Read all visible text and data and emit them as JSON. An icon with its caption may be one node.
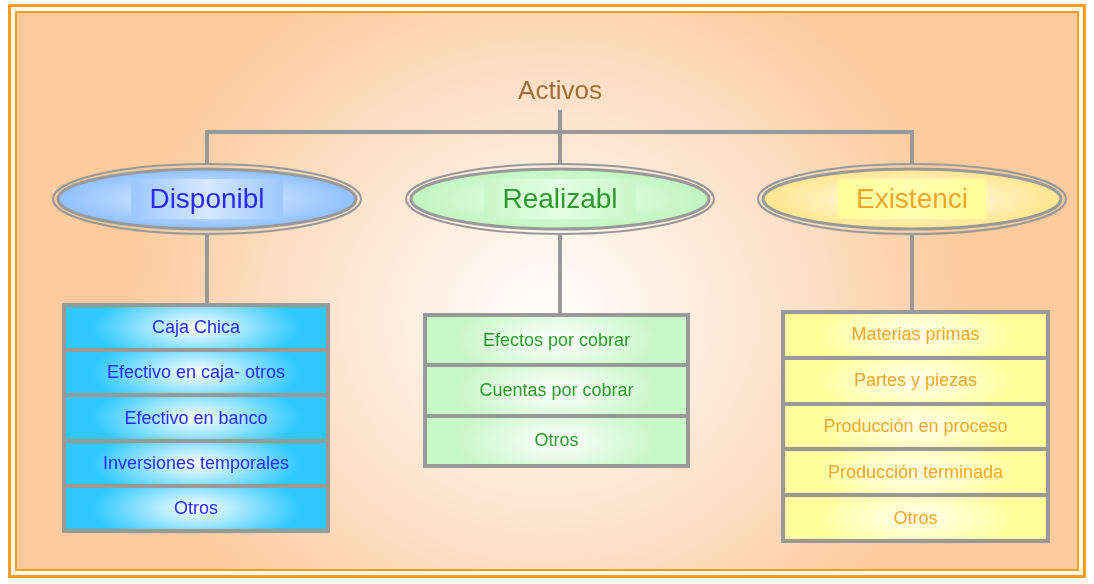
{
  "diagram": {
    "nodes": [
      {
        "text": [
          "Activos"
        ]
      },
      {
        "text": [
          "Disponibl"
        ]
      },
      {
        "text": [
          "Realizabl"
        ]
      },
      {
        "text": [
          "Existenci"
        ]
      },
      {
        "text": [],
        "shape": "box"
      },
      {
        "text": [
          "Caja Chica"
        ],
        "in": 4
      },
      {
        "text": [
          "Efectivo en caja- otros"
        ],
        "in": 4
      },
      {
        "text": [
          "Efectivo en banco"
        ],
        "in": 4
      },
      {
        "text": [
          "Inversiones temporales"
        ],
        "in": 4
      },
      {
        "text": [
          "Otros"
        ],
        "in": 4
      },
      {
        "text": [],
        "shape": "box"
      },
      {
        "text": [
          "Efectos por cobrar"
        ],
        "in": 10
      },
      {
        "text": [
          "Cuentas por cobrar"
        ],
        "in": 10
      },
      {
        "text": [
          "Otros"
        ],
        "in": 10
      },
      {
        "text": [],
        "shape": "box"
      },
      {
        "text": [
          "Materias primas"
        ],
        "in": 14
      },
      {
        "text": [
          "Partes y piezas"
        ],
        "in": 14
      },
      {
        "text": [
          "Producción en proceso"
        ],
        "in": 14
      },
      {
        "text": [
          "Producción terminada"
        ],
        "in": 14
      },
      {
        "text": [
          "Otros"
        ],
        "in": 14
      }
    ],
    "edges": [
      {
        "from": 0,
        "to": 1,
        "arrow": "none"
      },
      {
        "from": 0,
        "to": 2,
        "arrow": "none"
      },
      {
        "from": 0,
        "to": 3,
        "arrow": "none"
      },
      {
        "from": 1,
        "to": 4,
        "arrow": "none"
      },
      {
        "from": 2,
        "to": 10,
        "arrow": "none"
      },
      {
        "from": 3,
        "to": 14,
        "arrow": "none"
      }
    ]
  }
}
